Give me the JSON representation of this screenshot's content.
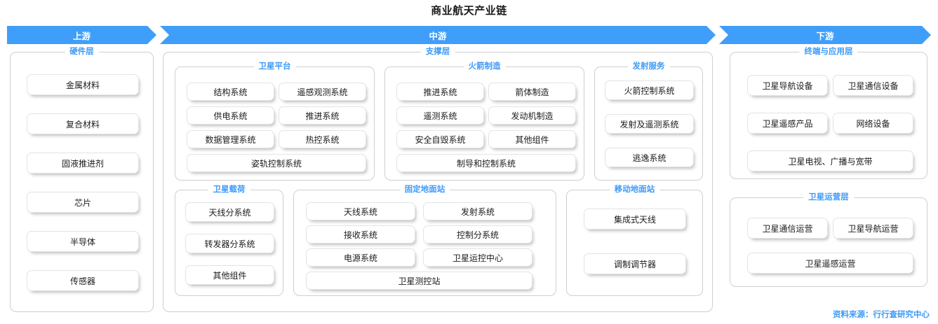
{
  "title": "商业航天产业链",
  "source": "资料来源：行行查研究中心",
  "banners": {
    "upstream": "上游",
    "midstream": "中游",
    "downstream": "下游"
  },
  "upstream": {
    "group": "硬件层",
    "items": [
      "金属材料",
      "复合材料",
      "固液推进剂",
      "芯片",
      "半导体",
      "传感器"
    ]
  },
  "midstream": {
    "group": "支撑层",
    "satellite_platform": {
      "group": "卫星平台",
      "items": [
        "结构系统",
        "遥感观测系统",
        "供电系统",
        "推进系统",
        "数据管理系统",
        "热控系统"
      ],
      "wide": "姿轨控制系统"
    },
    "rocket_manufacturing": {
      "group": "火箭制造",
      "items": [
        "推进系统",
        "箭体制造",
        "遥测系统",
        "发动机制造",
        "安全自毁系统",
        "其他组件"
      ],
      "wide": "制导和控制系统"
    },
    "launch_service": {
      "group": "发射服务",
      "items": [
        "火箭控制系统",
        "发射及遥测系统",
        "逃逸系统"
      ]
    },
    "satellite_payload": {
      "group": "卫星载荷",
      "items": [
        "天线分系统",
        "转发器分系统",
        "其他组件"
      ]
    },
    "fixed_ground_station": {
      "group": "固定地面站",
      "items": [
        "天线系统",
        "发射系统",
        "接收系统",
        "控制分系统",
        "电源系统",
        "卫星运控中心"
      ],
      "wide": "卫星测控站"
    },
    "mobile_ground_station": {
      "group": "移动地面站",
      "items": [
        "集成式天线",
        "调制调节器"
      ]
    }
  },
  "downstream": {
    "terminal_application": {
      "group": "终端与应用层",
      "items": [
        "卫星导航设备",
        "卫星通信设备",
        "卫星遥感产品",
        "网络设备"
      ],
      "wide": "卫星电视、广播与宽带"
    },
    "satellite_operation": {
      "group": "卫星运营层",
      "items": [
        "卫星通信运营",
        "卫星导航运营"
      ],
      "wide": "卫星遥感运营"
    }
  }
}
